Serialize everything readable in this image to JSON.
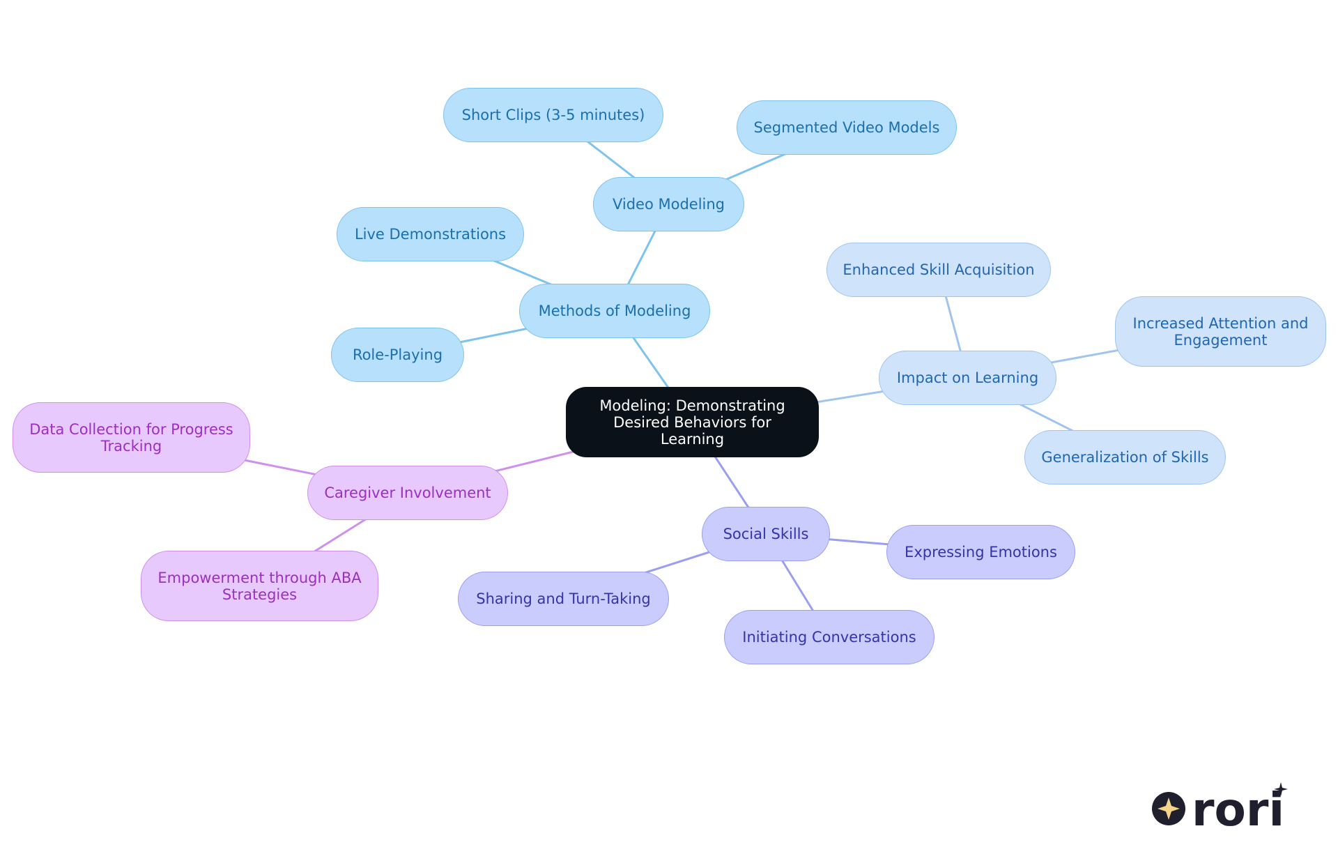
{
  "diagram": {
    "root": {
      "label": "Modeling: Demonstrating Desired Behaviors for Learning",
      "color": "#0b1119"
    },
    "branches": {
      "methods": {
        "label": "Methods of Modeling",
        "color": "#7cc3ee"
      },
      "video": {
        "label": "Video Modeling"
      },
      "short_clips": {
        "label": "Short Clips (3-5 minutes)"
      },
      "segmented": {
        "label": "Segmented Video Models"
      },
      "live": {
        "label": "Live Demonstrations"
      },
      "role_playing": {
        "label": "Role-Playing"
      },
      "impact": {
        "label": "Impact on Learning",
        "color": "#9fc4ee"
      },
      "enhanced": {
        "label": "Enhanced Skill Acquisition"
      },
      "attention": {
        "label": "Increased Attention and Engagement"
      },
      "generalization": {
        "label": "Generalization of Skills"
      },
      "social": {
        "label": "Social Skills",
        "color": "#9a9ef0"
      },
      "emotions": {
        "label": "Expressing Emotions"
      },
      "sharing": {
        "label": "Sharing and Turn-Taking"
      },
      "conversations": {
        "label": "Initiating Conversations"
      },
      "caregiver": {
        "label": "Caregiver Involvement",
        "color": "#cf8fee"
      },
      "data_collection": {
        "label": "Data Collection for Progress Tracking"
      },
      "empowerment": {
        "label": "Empowerment through ABA Strategies"
      }
    },
    "edges": [
      [
        "root",
        "methods"
      ],
      [
        "methods",
        "video"
      ],
      [
        "video",
        "short_clips"
      ],
      [
        "video",
        "segmented"
      ],
      [
        "methods",
        "live"
      ],
      [
        "methods",
        "role_playing"
      ],
      [
        "root",
        "impact"
      ],
      [
        "impact",
        "enhanced"
      ],
      [
        "impact",
        "attention"
      ],
      [
        "impact",
        "generalization"
      ],
      [
        "root",
        "social"
      ],
      [
        "social",
        "emotions"
      ],
      [
        "social",
        "sharing"
      ],
      [
        "social",
        "conversations"
      ],
      [
        "root",
        "caregiver"
      ],
      [
        "caregiver",
        "data_collection"
      ],
      [
        "caregiver",
        "empowerment"
      ]
    ]
  },
  "branding": {
    "logo_text": "rori",
    "logo_icon": "sparkle-icon",
    "logo_color": "#1f1f2e",
    "sparkle_color": "#f5d48a"
  }
}
